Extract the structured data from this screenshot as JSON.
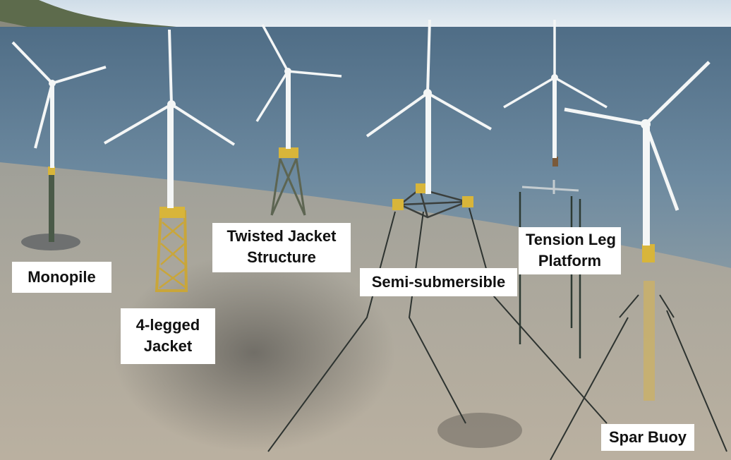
{
  "labels": {
    "monopile": [
      "Monopile"
    ],
    "four_legged_jacket": [
      "4-legged",
      "Jacket"
    ],
    "twisted_jacket": [
      "Twisted Jacket",
      "Structure"
    ],
    "semi_submersible": [
      "Semi-submersible"
    ],
    "tension_leg": [
      "Tension Leg",
      "Platform"
    ],
    "spar_buoy": [
      "Spar Buoy"
    ]
  },
  "colors": {
    "sky": "#dbe6ee",
    "sea_surface": "#5f7c93",
    "seabed": "#b5ab9c",
    "tower": "#f4f6f6",
    "transition_piece": "#d8b53a",
    "label_bg": "#ffffff",
    "label_text": "#111111"
  }
}
